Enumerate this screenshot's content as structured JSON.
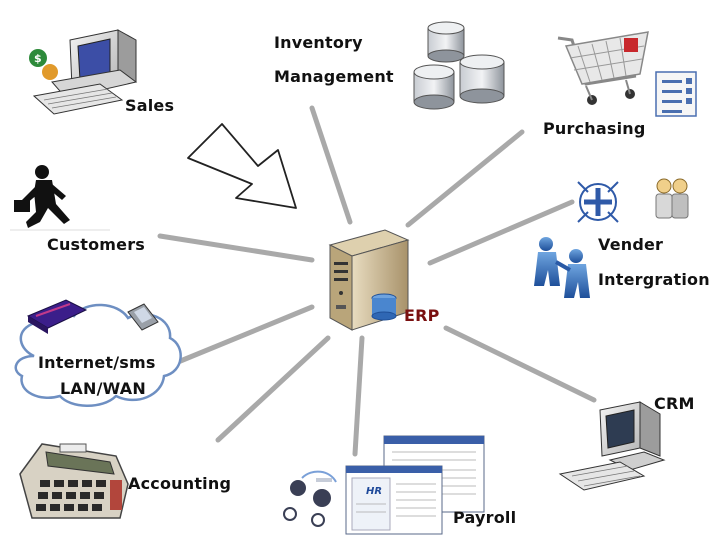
{
  "center": {
    "label": "ERP"
  },
  "nodes": {
    "sales": {
      "label": "Sales",
      "icon": "computer-icon"
    },
    "inventory": {
      "label_line1": "Inventory",
      "label_line2": "Management",
      "icon": "database-icon"
    },
    "purchasing": {
      "label": "Purchasing",
      "icon": "shopping-cart-icon"
    },
    "customers": {
      "label": "Customers",
      "icon": "running-businessman-icon"
    },
    "vendor": {
      "label_line1": "Vender",
      "label_line2": "Intergration",
      "icon": "handshake-people-icon"
    },
    "internet": {
      "label_line1": "Internet/sms",
      "label_line2": "LAN/WAN",
      "icon": "cloud-icon"
    },
    "crm": {
      "label": "CRM",
      "icon": "computer-icon"
    },
    "accounting": {
      "label": "Accounting",
      "icon": "calculator-icon"
    },
    "payroll": {
      "label": "Payroll",
      "icon": "hr-document-icon"
    }
  },
  "colors": {
    "connector": "#a9a9a9",
    "server": "#c9b58a",
    "erp_label": "#7a1010",
    "cloud_stroke": "#6e8fc2"
  }
}
